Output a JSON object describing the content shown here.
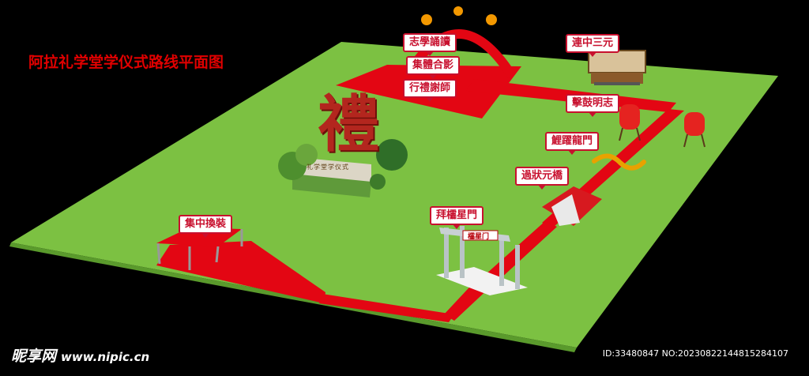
{
  "main_title": "阿拉礼学堂学仪式路线平面图",
  "stations": {
    "arch": "志學誦讀",
    "photo": "集體合影",
    "ceremony": "行禮謝師",
    "stage": "連中三元",
    "drum": "擊鼓明志",
    "dragon": "鯉躍龍門",
    "bridge": "過狀元橋",
    "gate": "拜櫺星門",
    "tent": "集中換裝"
  },
  "sculpture": {
    "character": "禮",
    "stone_inscription": "礼学堂学仪式"
  },
  "gate_plaque": "櫺星门",
  "watermark": {
    "brand": "昵享网",
    "url": "www.nipic.cn"
  },
  "image_id": "ID:33480847 NO:20230822144815284107",
  "colors": {
    "lawn": "#7cc142",
    "path": "#e30613",
    "tag_border": "#c8102e",
    "background": "#000000"
  }
}
